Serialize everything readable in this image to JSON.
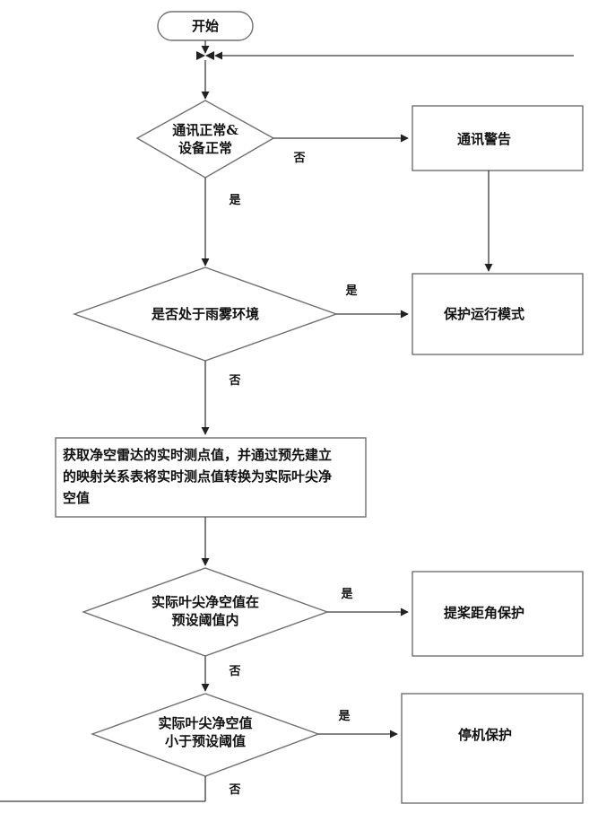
{
  "start": "开始",
  "d1": {
    "line1": "通讯正常&",
    "line2": "设备正常"
  },
  "d2": "是否处于雨雾环境",
  "d3": {
    "line1": "实际叶尖净空值在",
    "line2": "预设阈值内"
  },
  "d4": {
    "line1": "实际叶尖净空值",
    "line2": "小于预设阈值"
  },
  "process": {
    "line1": "获取净空雷达的实时测点值，并通过预先建立",
    "line2": "的映射关系表将实时测点值转换为实际叶尖净",
    "line3": "空值"
  },
  "boxes": {
    "comm_alarm": "通讯警告",
    "protect_mode": "保护运行模式",
    "pitch_protect": "提桨距角保护",
    "stop_protect": "停机保护"
  },
  "labels": {
    "yes": "是",
    "no": "否"
  }
}
